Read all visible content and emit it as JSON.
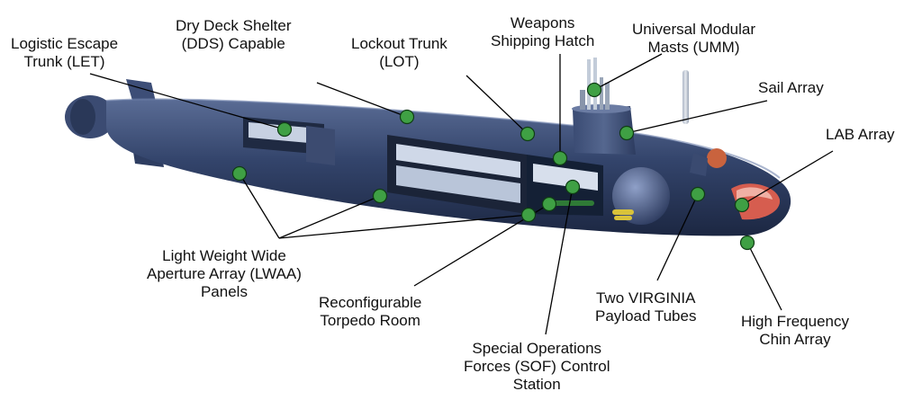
{
  "diagram": {
    "labels": [
      {
        "id": "let",
        "lines": [
          "Logistic Escape",
          "Trunk (LET)"
        ]
      },
      {
        "id": "dds",
        "lines": [
          "Dry Deck Shelter",
          "(DDS) Capable"
        ]
      },
      {
        "id": "lot",
        "lines": [
          "Lockout Trunk",
          "(LOT)"
        ]
      },
      {
        "id": "weapons",
        "lines": [
          "Weapons",
          "Shipping Hatch"
        ]
      },
      {
        "id": "umm",
        "lines": [
          "Universal Modular",
          "Masts (UMM)"
        ]
      },
      {
        "id": "sail",
        "lines": [
          "Sail Array"
        ]
      },
      {
        "id": "lab",
        "lines": [
          "LAB Array"
        ]
      },
      {
        "id": "lwaa",
        "lines": [
          "Light Weight Wide",
          "Aperture Array (LWAA)",
          "Panels"
        ]
      },
      {
        "id": "torpedo",
        "lines": [
          "Reconfigurable",
          "Torpedo Room"
        ]
      },
      {
        "id": "sof",
        "lines": [
          "Special Operations",
          "Forces (SOF) Control",
          "Station"
        ]
      },
      {
        "id": "vpt",
        "lines": [
          "Two VIRGINIA",
          "Payload Tubes"
        ]
      },
      {
        "id": "chin",
        "lines": [
          "High Frequency",
          "Chin Array"
        ]
      }
    ],
    "colors": {
      "hull": "#2f3f63",
      "hull_dark": "#1f2b47",
      "hull_light": "#5b6d96",
      "marker": "#3fa044",
      "marker_edge": "#0f3d14",
      "leader": "#000000"
    }
  }
}
